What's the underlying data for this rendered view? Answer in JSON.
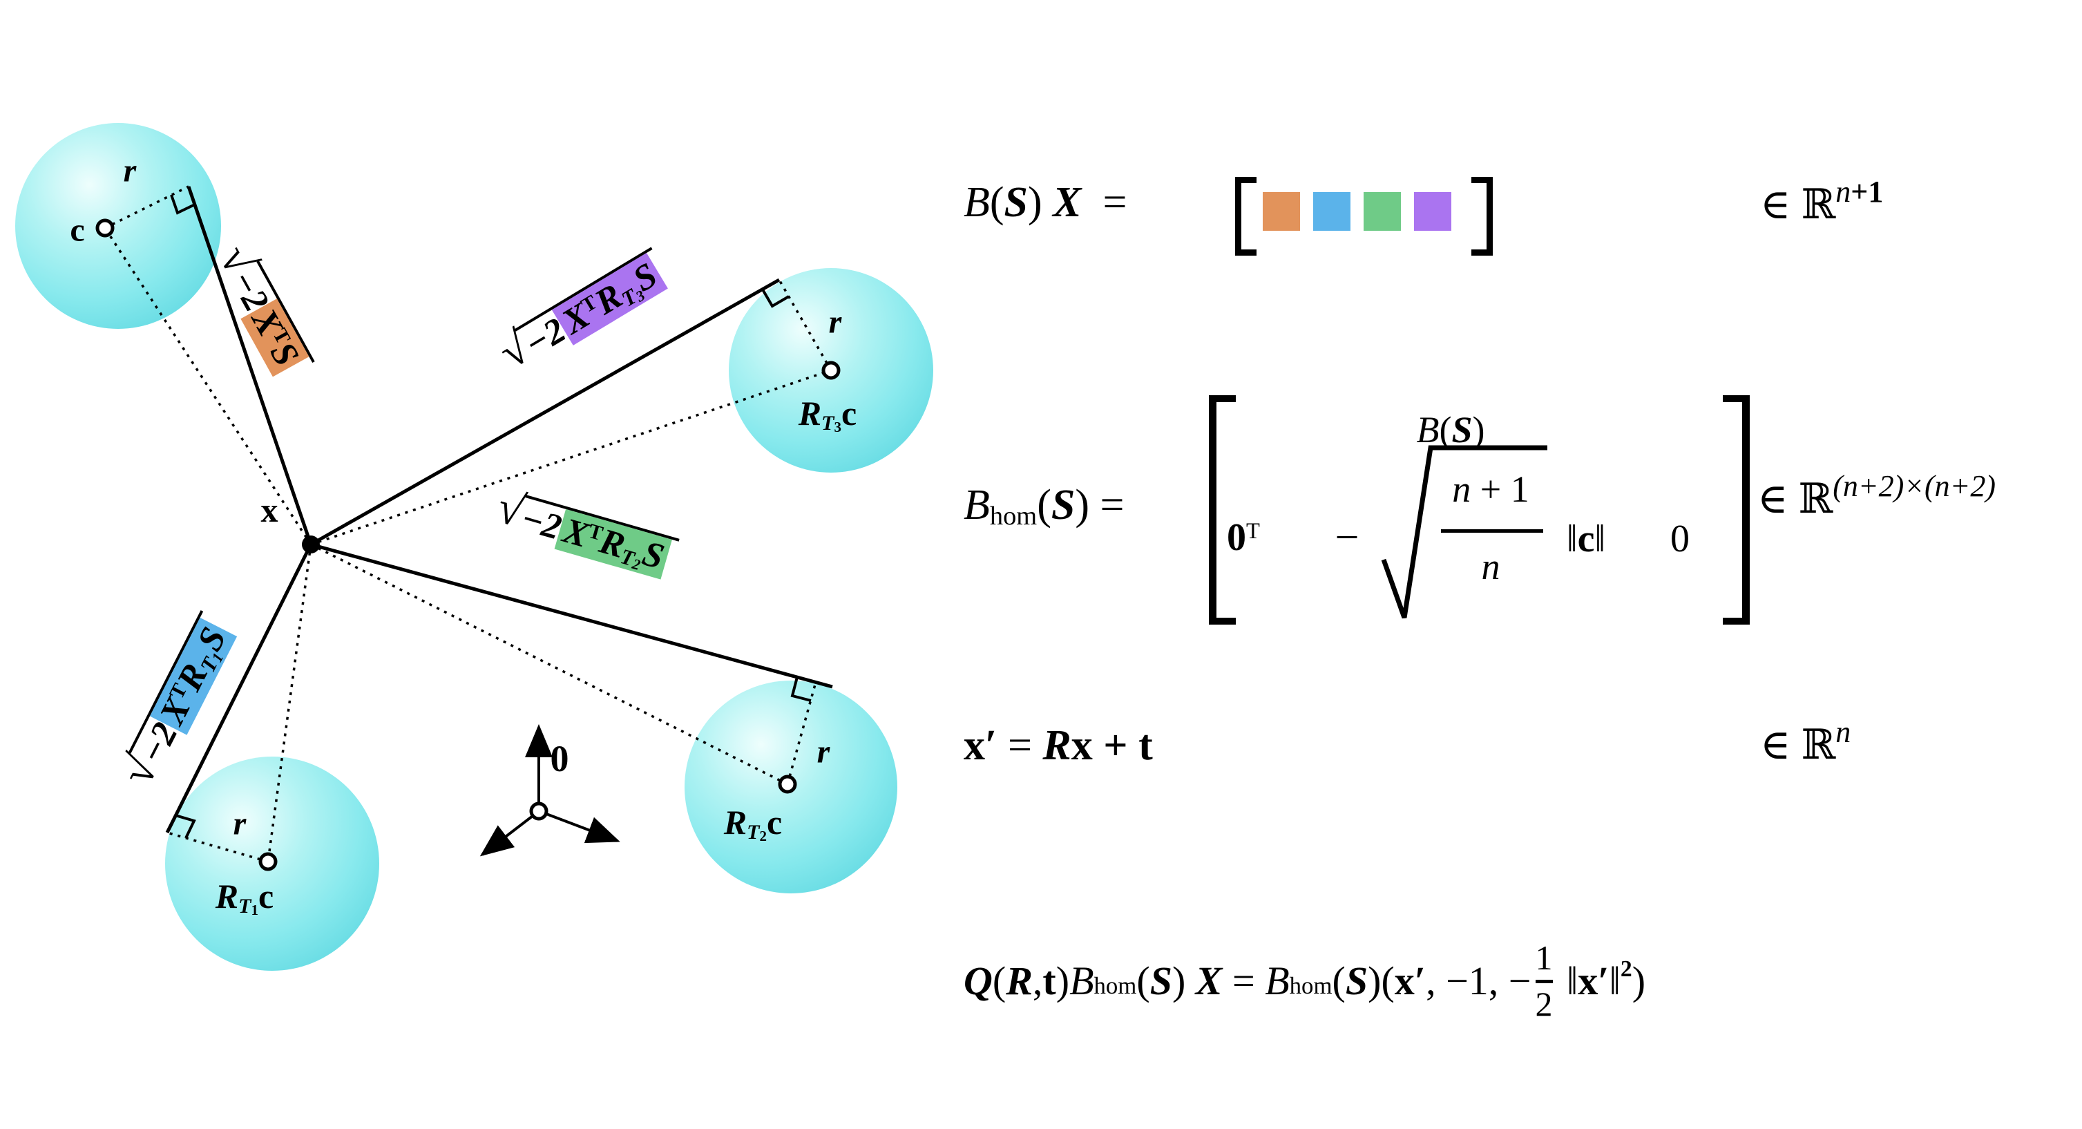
{
  "palette": {
    "orange": "#E2935B",
    "blue": "#5BB3EA",
    "green": "#6FCB87",
    "purple": "#AA74F0",
    "sphere_fill": "#7FE8EC",
    "line": "#000000"
  },
  "diagram": {
    "x_label": "x",
    "origin_label": "0",
    "c_label": "c",
    "r_label": "r",
    "rad": "√",
    "t1": {
      "R": "R",
      "T": "T",
      "n": "1",
      "c": "c"
    },
    "t2": {
      "R": "R",
      "T": "T",
      "n": "2",
      "c": "c"
    },
    "t3": {
      "R": "R",
      "T": "T",
      "n": "3",
      "c": "c"
    },
    "sq_s": {
      "pre": "−2",
      "x": "X",
      "sup": "T",
      "s": "S"
    },
    "sq_t1": {
      "pre": "−2",
      "x": "X",
      "sup": "T",
      "r": "R",
      "rsub": "T",
      "rnum": "1",
      "s": "S"
    },
    "sq_t2": {
      "pre": "−2",
      "x": "X",
      "sup": "T",
      "r": "R",
      "rsub": "T",
      "rnum": "2",
      "s": "S"
    },
    "sq_t3": {
      "pre": "−2",
      "x": "X",
      "sup": "T",
      "r": "R",
      "rsub": "T",
      "rnum": "3",
      "s": "S"
    }
  },
  "equations": {
    "eq1": {
      "B": "B",
      "p1": "(",
      "S": "S",
      "p2": ")",
      "X": "X",
      "eq": "=",
      "blocks": [
        "orange",
        "blue",
        "green",
        "purple"
      ],
      "in": "∈ ℝ",
      "sup_n": "n",
      "sup_rest": "+1"
    },
    "eq2": {
      "B": "B",
      "hom": "hom",
      "p1": "(",
      "S": "S",
      "p2": ")",
      "eq": "=",
      "top_B": "B",
      "top_p1": "(",
      "top_S": "S",
      "top_p2": ")",
      "zero": "0",
      "zsup": "T",
      "minus": "−",
      "f_n": "n",
      "f_plus": "+ 1",
      "f_d": "n",
      "nl": "‖",
      "c": "c",
      "nr": "‖",
      "zero2": "0",
      "in": "∈ ℝ",
      "sup": "(n+2)×(n+2)"
    },
    "eq3": {
      "x": "x",
      "pr": "′",
      "eq": "=",
      "R": "R",
      "x2": "x",
      "plus": "+",
      "t": "t",
      "in": "∈ ℝ",
      "sup_n": "n"
    },
    "eq4": {
      "Q": "Q",
      "p1": "(",
      "R": "R",
      "cm": ",",
      "t": "t",
      "p2": ")",
      "B": "B",
      "hom": "hom",
      "p3": "(",
      "S": "S",
      "p4": ")",
      "X": "X",
      "eq": "=",
      "B2": "B",
      "hom2": "hom",
      "p5": "(",
      "S2": "S",
      "p6": ")",
      "p7": "(",
      "x": "x",
      "pr": "′",
      "mid": ", −1, −",
      "f1": "1",
      "f2": "2",
      "nl": "‖",
      "x2": "x",
      "pr2": "′",
      "nr": "‖",
      "sq": "2",
      "p8": ")"
    }
  }
}
